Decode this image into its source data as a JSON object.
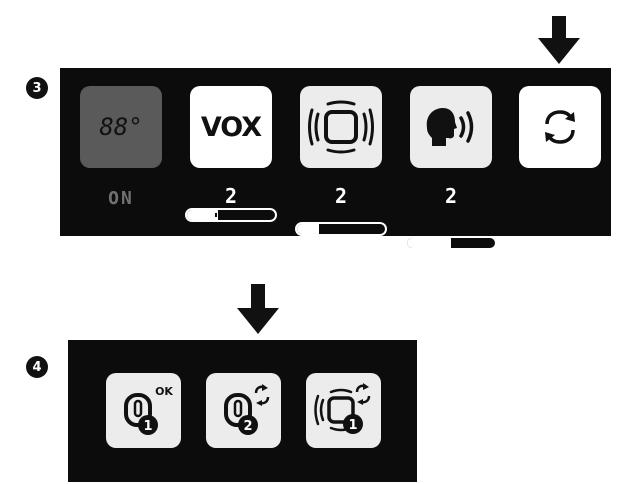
{
  "step3": {
    "badge": "3",
    "temp_tile": {
      "display": "88°",
      "status": "ON"
    },
    "vox_tile": {
      "label": "VOX"
    },
    "vibrate_tile": {
      "icon": "vibrate-frame-icon"
    },
    "speech_tile": {
      "icon": "speaking-head-icon"
    },
    "sync_tile": {
      "icon": "sync-arrows-icon"
    },
    "levels": [
      {
        "value": "2",
        "fill_fraction": 0.35
      },
      {
        "value": "2",
        "fill_fraction": 0.25
      },
      {
        "value": "2",
        "fill_fraction": 0.5
      }
    ],
    "pointer_icon": "down-arrow-icon"
  },
  "step4": {
    "badge": "4",
    "tiles": [
      {
        "icon": "device-ok-icon",
        "sub": "1",
        "corner": "OK"
      },
      {
        "icon": "device-sync-icon",
        "sub": "2",
        "corner": "sync"
      },
      {
        "icon": "vibrate-sync-icon",
        "sub": "1",
        "corner": "sync"
      }
    ],
    "pointer_icon": "down-arrow-icon"
  },
  "colors": {
    "panel": "#0c0c0c",
    "tile_light": "#ececec",
    "tile_dim": "#5a5a5a"
  }
}
